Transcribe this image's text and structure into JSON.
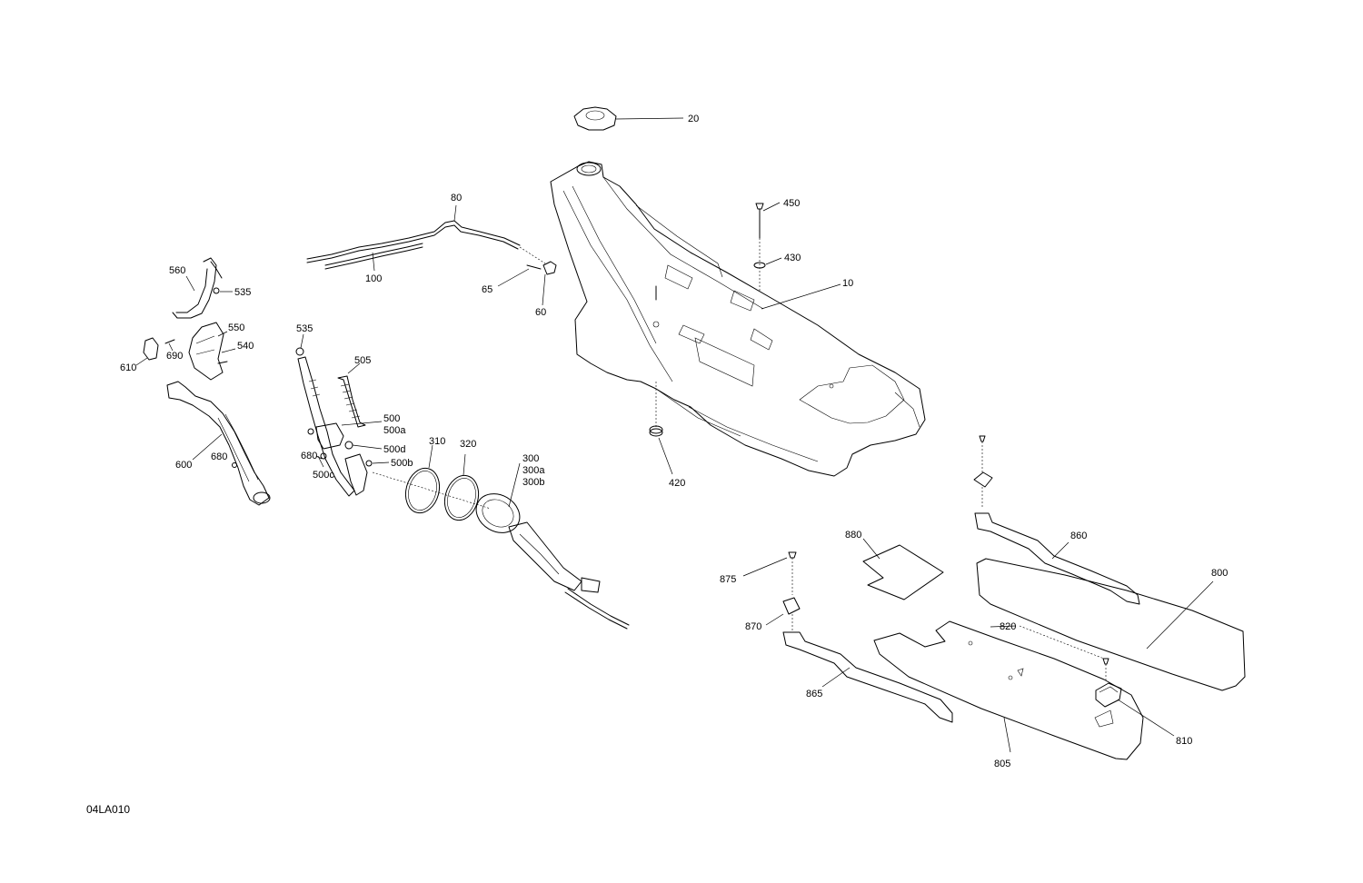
{
  "drawing_code": "04LA010",
  "callouts": {
    "c10": "10",
    "c20": "20",
    "c60": "60",
    "c65": "65",
    "c80": "80",
    "c100": "100",
    "c300": "300",
    "c300a": "300a",
    "c300b": "300b",
    "c310": "310",
    "c320": "320",
    "c420": "420",
    "c430": "430",
    "c450": "450",
    "c500": "500",
    "c500a": "500a",
    "c500b": "500b",
    "c500c": "500c",
    "c500d": "500d",
    "c505": "505",
    "c535a": "535",
    "c535b": "535",
    "c540": "540",
    "c550": "550",
    "c560": "560",
    "c600": "600",
    "c610": "610",
    "c680a": "680",
    "c680b": "680",
    "c690": "690",
    "c800": "800",
    "c805": "805",
    "c810": "810",
    "c820": "820",
    "c860": "860",
    "c865": "865",
    "c870": "870",
    "c875": "875",
    "c880": "880"
  }
}
